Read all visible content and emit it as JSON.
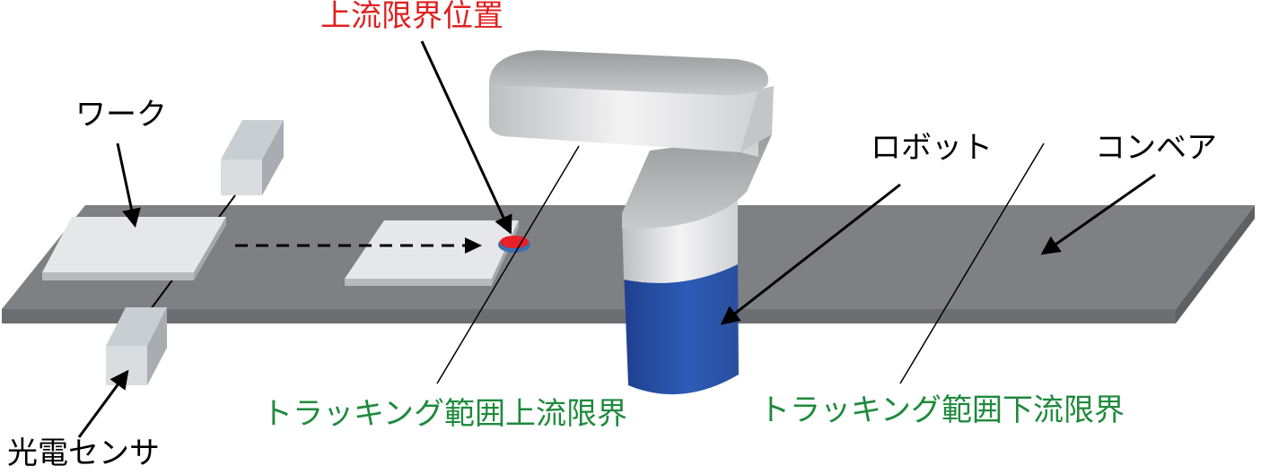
{
  "labels": {
    "upstream_limit_position": "上流限界位置",
    "work": "ワーク",
    "robot": "ロボット",
    "conveyor": "コンベア",
    "photo_sensor": "光電センサ",
    "tracking_range_upstream_limit": "トラッキング範囲上流限界",
    "tracking_range_downstream_limit": "トラッキング範囲下流限界"
  },
  "colors": {
    "red_label": "#e02020",
    "green_label": "#1e8a3c",
    "conveyor": "#7f8083",
    "robot_base": "#2a55a8",
    "marker": "#e8202a"
  }
}
